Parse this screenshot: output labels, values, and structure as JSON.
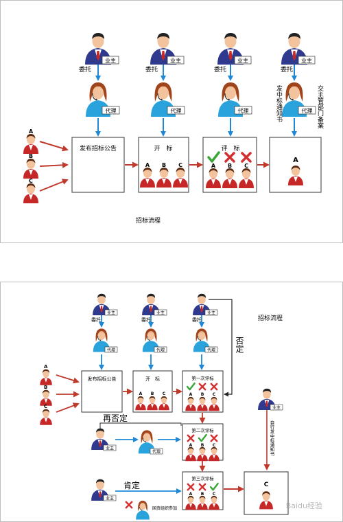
{
  "panel1": {
    "caption": "招标流程",
    "owner_tag": "业主",
    "agent_tag": "代理",
    "entrust": "委托",
    "bidders": [
      "A",
      "B",
      "C"
    ],
    "box_announce": "发布招标公告",
    "box_open": "开　标",
    "box_evaluate": "评　标",
    "winner": "A",
    "side_note_left": "发中标通知书",
    "side_note_right": "交主管部门备案"
  },
  "panel2": {
    "caption": "招标流程",
    "owner_tag": "业主",
    "agent_tag": "代理",
    "entrust": "委托",
    "bidders": [
      "A",
      "B",
      "C"
    ],
    "box_announce": "发布招标公告",
    "box_open": "开　标",
    "eval1": "第一次评标",
    "eval2": "第二次评标",
    "eval3": "第三次评标",
    "reject": "否定",
    "reject_again": "再否定",
    "affirm": "肯定",
    "self_notify": "自行发中标通知书",
    "winner": "C",
    "gov_note": "国资组织参加",
    "watermark": "Baidu经验"
  },
  "colors": {
    "arrow_red": "#c0392b",
    "arrow_blue": "#1e88d6",
    "check_green": "#3aa63a",
    "cross_red": "#d32f2f"
  }
}
